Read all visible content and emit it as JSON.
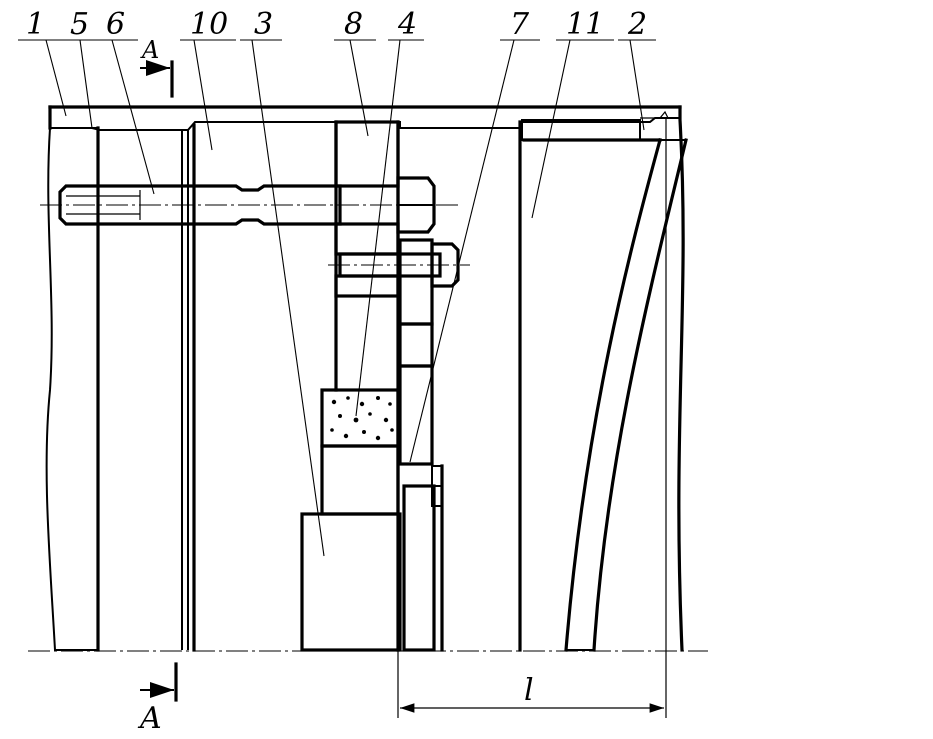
{
  "labels": {
    "l1": "1",
    "l5": "5",
    "l6": "6",
    "l10": "10",
    "l3": "3",
    "l8": "8",
    "l4": "4",
    "l7": "7",
    "l11": "11",
    "l2": "2",
    "section_top": "A",
    "section_bottom": "A",
    "dimension": "l"
  }
}
